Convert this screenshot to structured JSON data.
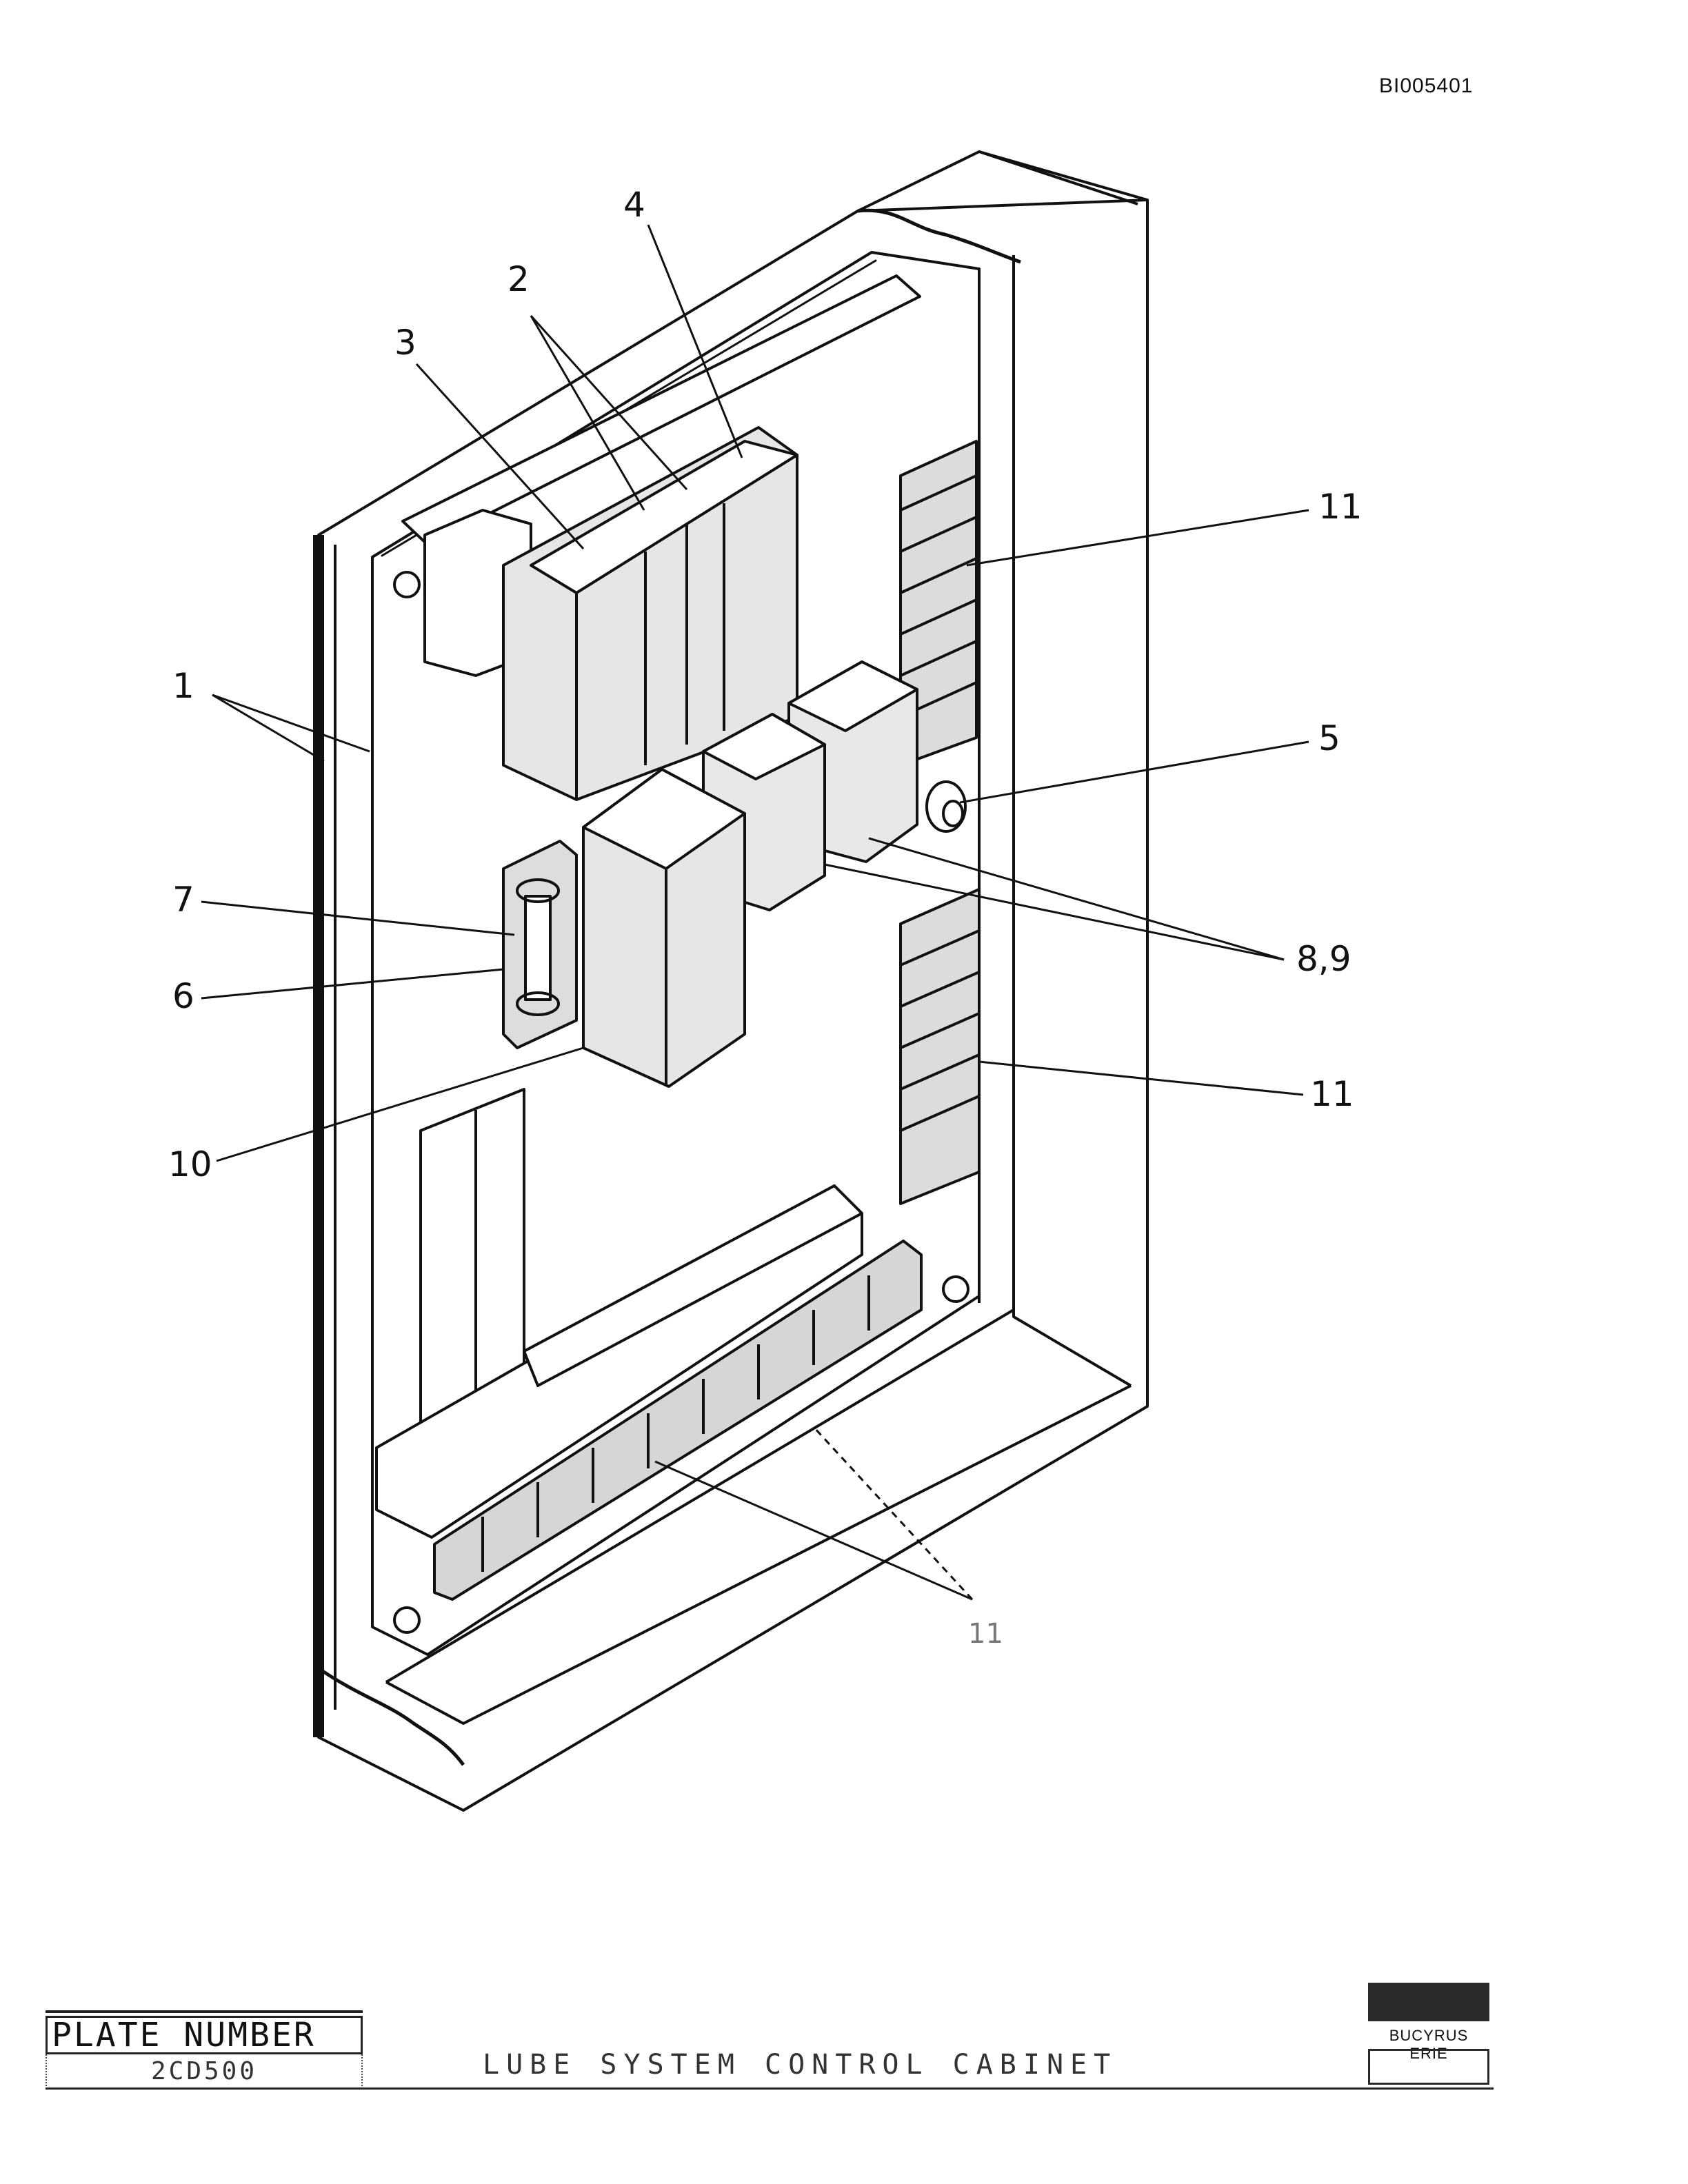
{
  "document_id": "BI005401",
  "callouts": {
    "c1": "1",
    "c2": "2",
    "c3": "3",
    "c4": "4",
    "c5": "5",
    "c6": "6",
    "c7": "7",
    "c8_9": "8,9",
    "c10": "10",
    "c11a": "11",
    "c11b": "11",
    "c11c": "11"
  },
  "title_block": {
    "plate_number_label": "PLATE NUMBER",
    "plate_number_value": "2CD500",
    "drawing_title": "LUBE SYSTEM CONTROL CABINET",
    "brand": "BUCYRUS ERIE"
  }
}
